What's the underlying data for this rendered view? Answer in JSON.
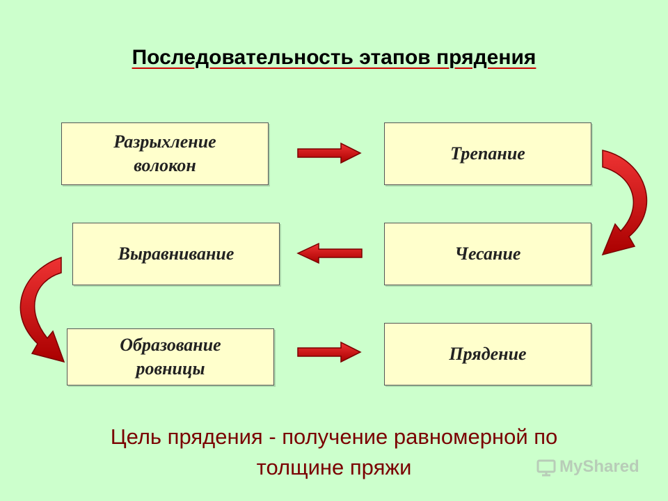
{
  "title": "Последовательность этапов прядения",
  "steps": [
    {
      "label": "Разрыхление\nволокон"
    },
    {
      "label": "Трепание"
    },
    {
      "label": "Чесание"
    },
    {
      "label": "Выравнивание"
    },
    {
      "label": "Образование\nровницы"
    },
    {
      "label": "Прядение"
    }
  ],
  "goal_text": "Цель прядения - получение равномерной по\nтолщине пряжи",
  "watermark": "MyShared",
  "colors": {
    "background": "#ccffcc",
    "box_fill": "#ffffcc",
    "arrow": "#cc0000",
    "title_underline": "#cc0000",
    "goal_text": "#7a0000"
  },
  "icons": {
    "arrow": "red-block-arrow-icon",
    "curved_arrow": "red-curved-arrow-icon",
    "logo": "myshared-logo-icon"
  }
}
